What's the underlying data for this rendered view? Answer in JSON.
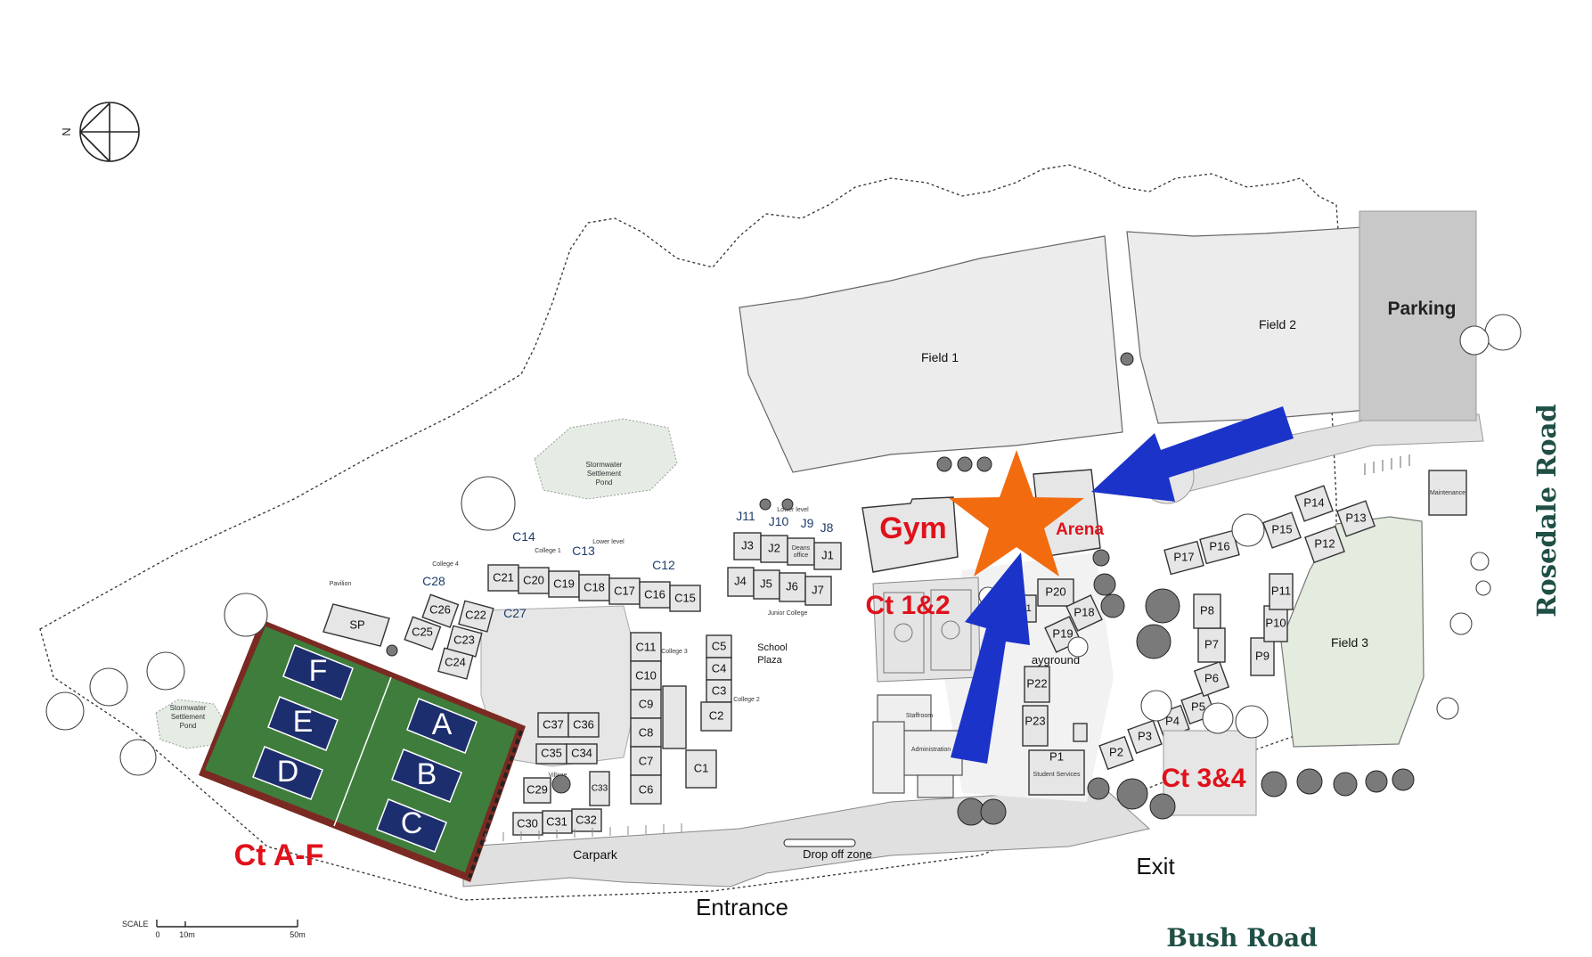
{
  "compass": {
    "north_label": "N"
  },
  "scale": {
    "label": "SCALE",
    "ticks": [
      "0",
      "10m",
      "50m"
    ]
  },
  "fields": {
    "field1": "Field 1",
    "field2": "Field 2",
    "field3": "Field 3"
  },
  "parking": "Parking",
  "roads": {
    "right": "Rosedale Road",
    "bottom": "Bush Road"
  },
  "ponds": {
    "upper": [
      "Stormwater",
      "Settlement",
      "Pond"
    ],
    "lower": [
      "Stormwater",
      "Settlement",
      "Pond"
    ]
  },
  "highlight_labels": {
    "gym": "Gym",
    "arena": "Arena",
    "ct12": "Ct 1&2",
    "ct34": "Ct 3&4",
    "ctaf": "Ct A-F"
  },
  "courts": [
    "F",
    "E",
    "D",
    "A",
    "B",
    "C"
  ],
  "areas": {
    "carpark": "Carpark",
    "dropoff": "Drop off zone",
    "entrance": "Entrance",
    "exit": "Exit",
    "school_plaza": [
      "School",
      "Plaza"
    ],
    "playground": "ayground",
    "pavilion": "Pavilion",
    "maintenance": "Maintenance",
    "sp": "SP"
  },
  "group_labels": {
    "c14": "C14",
    "c13": "C13",
    "c12": "C12",
    "c28": "C28",
    "c27": "C27",
    "j11": "J11",
    "j10": "J10",
    "j9": "J9",
    "j8": "J8"
  },
  "small_labels": {
    "college1": "College 1",
    "college2": "College 2",
    "college3": "College 3",
    "college4": "College 4",
    "lower_level_c": "Lower level",
    "lower_level_j": "Lower level",
    "junior_college": "Junior College",
    "deans_office": [
      "Deans",
      "office"
    ],
    "administration": "Administration",
    "student_services": "Student Services",
    "village": "Village",
    "staffroom": "Staffroom"
  },
  "buildings": {
    "c_row": [
      "C21",
      "C20",
      "C19",
      "C18",
      "C17",
      "C16",
      "C15"
    ],
    "c_left": [
      "C26",
      "C22",
      "C25",
      "C23",
      "C24"
    ],
    "c_col3": [
      "C11",
      "C10",
      "C9",
      "C8",
      "C7",
      "C6"
    ],
    "c_col2": [
      "C5",
      "C4",
      "C3",
      "C2",
      "C1"
    ],
    "c_block": [
      "C37",
      "C36",
      "C35",
      "C34",
      "C29",
      "C33",
      "C30",
      "C31",
      "C32"
    ],
    "j_top": [
      "J3",
      "J2",
      "J1"
    ],
    "j_bottom": [
      "J4",
      "J5",
      "J6",
      "J7"
    ],
    "p_labels": [
      "P1",
      "P2",
      "P3",
      "P4",
      "P5",
      "P6",
      "P7",
      "P8",
      "P9",
      "P10",
      "P11",
      "P12",
      "P13",
      "P14",
      "P15",
      "P16",
      "P17",
      "P18",
      "P19",
      "P20",
      "P22",
      "P23",
      "P21"
    ]
  },
  "colors": {
    "star": "#f26b0f",
    "arrow": "#1c33c9",
    "red_label": "#e0111b",
    "court_green": "#3f7d3c",
    "court_blue": "#1d2e6e",
    "road_label": "#1f4f45"
  }
}
